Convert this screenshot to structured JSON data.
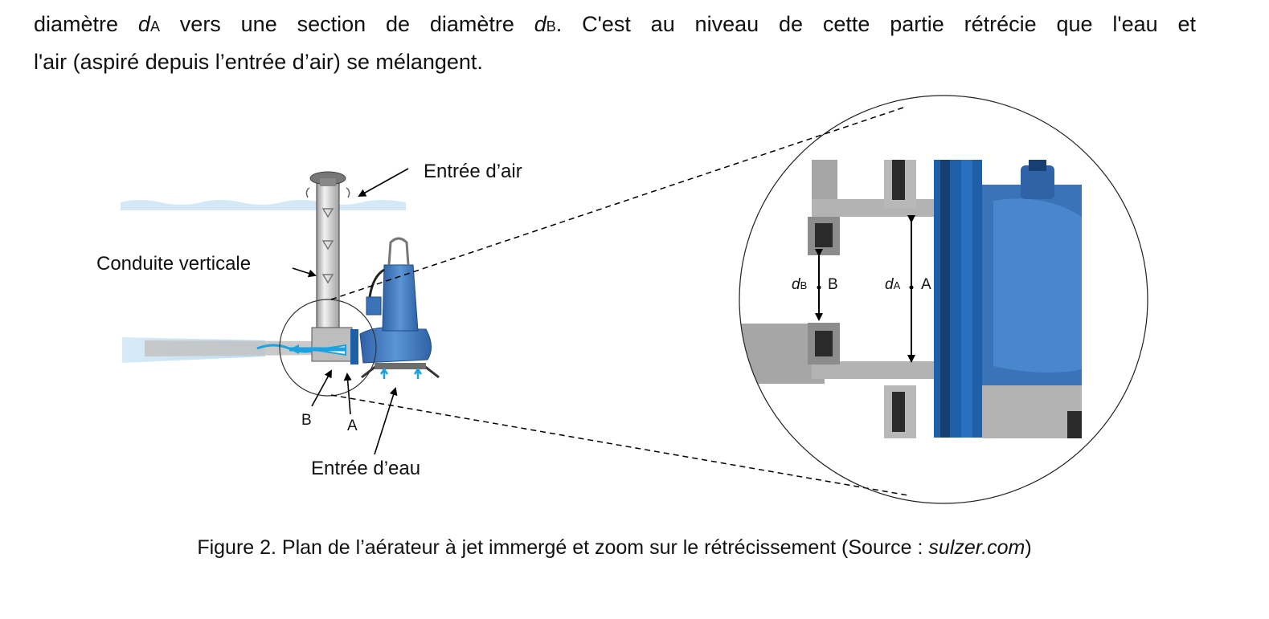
{
  "paragraph": {
    "l1_a": "diamètre ",
    "d": "d",
    "sub_a": "A",
    "l1_b": " vers une section de diamètre ",
    "sub_b": "B",
    "l1_c": ". C'est au niveau de cette partie rétrécie que l'eau et",
    "l2": "l'air (aspiré depuis l’entrée d’air) se mélangent."
  },
  "labels": {
    "air_inlet": "Entrée d’air",
    "vertical_pipe": "Conduite verticale",
    "point_b": "B",
    "point_a": "A",
    "water_inlet": "Entrée d’eau"
  },
  "zoom": {
    "d": "d",
    "sub_b": "B",
    "point_b": "B",
    "sub_a": "A",
    "point_a": "A"
  },
  "caption": {
    "text": "Figure 2. Plan de l’aérateur à jet immergé et zoom sur le rétrécissement (Source : ",
    "source": "sulzer.com",
    "close": ")"
  },
  "colors": {
    "pump_blue": "#3a73b8",
    "flange_blue": "#1f5ea8",
    "pipe_grey": "#a6a6a6",
    "water_light": "#cfe6f5",
    "arrow_cyan": "#1aa3e0"
  }
}
